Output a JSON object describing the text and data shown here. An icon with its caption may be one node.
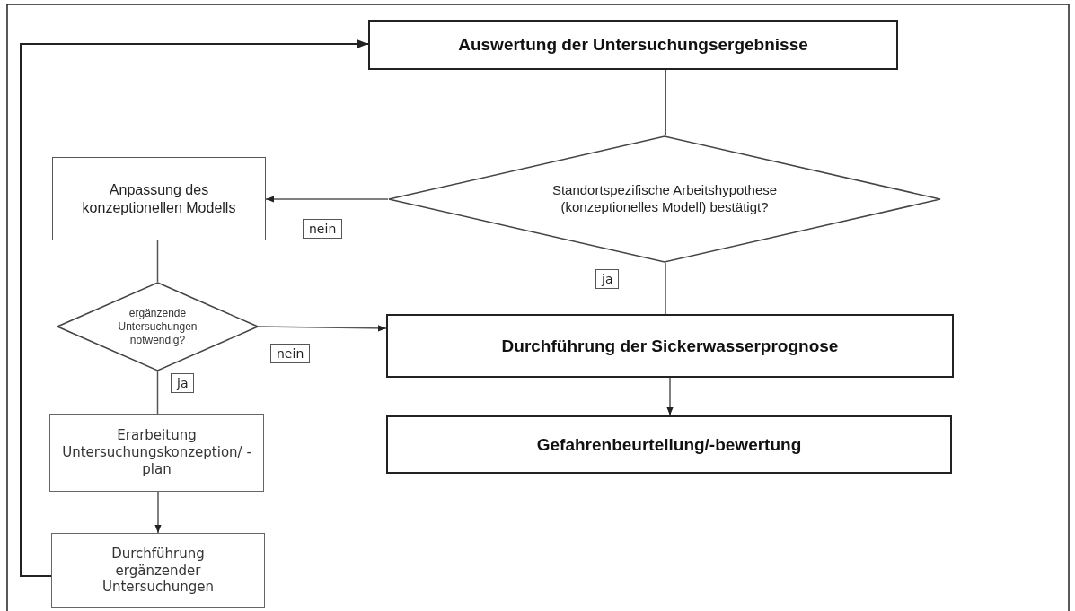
{
  "diagram": {
    "nodes": [
      {
        "text": [
          "Auswertung der Untersuchungsergebnisse"
        ]
      },
      {
        "text": [
          "Standortspezifische Arbeitshypothese (konzeptionelles Modell) bestätigt?"
        ]
      },
      {
        "text": [
          "Anpassung des konzeptionellen Modells"
        ]
      },
      {
        "text": [
          "ergänzende Untersuchungen notwendig?"
        ]
      },
      {
        "text": [
          "Durchführung der Sickerwasserprognose"
        ]
      },
      {
        "text": [
          "Gefahrenbeurteilung/-bewertung"
        ]
      },
      {
        "text": [
          "Erarbeitung Untersuchungskonzeption/ -plan"
        ]
      },
      {
        "text": [
          "Durchführung ergänzender Untersuchungen"
        ]
      }
    ],
    "edges": [
      {
        "from": 0,
        "to": 1,
        "arrow": "none"
      },
      {
        "from": 1,
        "to": 2,
        "arrow": "to",
        "label": "nein"
      },
      {
        "from": 1,
        "to": 4,
        "arrow": "none",
        "label": "ja"
      },
      {
        "from": 2,
        "to": 3,
        "arrow": "none"
      },
      {
        "from": 3,
        "to": 4,
        "arrow": "to",
        "label": "nein"
      },
      {
        "from": 3,
        "to": 6,
        "arrow": "none",
        "label": "ja"
      },
      {
        "from": 6,
        "to": 7,
        "arrow": "to"
      },
      {
        "from": 7,
        "to": 0,
        "arrow": "to"
      },
      {
        "from": 4,
        "to": 5,
        "arrow": "to"
      }
    ]
  }
}
